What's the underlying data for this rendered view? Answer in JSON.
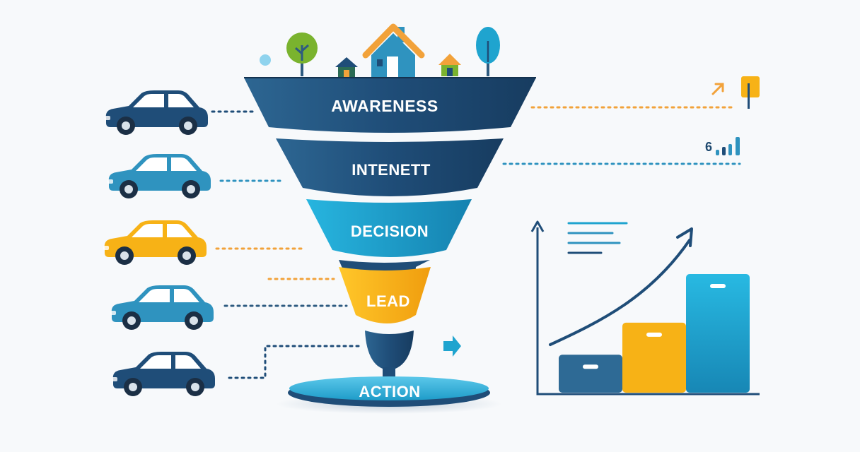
{
  "funnel": {
    "stages": [
      {
        "label": "AWARENESS",
        "color": "#1f4d78"
      },
      {
        "label": "INTENETT",
        "color": "#1f4d78"
      },
      {
        "label": "DECISION",
        "color": "#1a9bc8"
      },
      {
        "label": "LEAD",
        "color": "#f7b216"
      },
      {
        "label": "ACTION",
        "color": "#36b4de"
      }
    ]
  },
  "indicators": {
    "top_right_number": "6"
  },
  "colors": {
    "navy": "#1f4d78",
    "teal": "#1a9bc8",
    "yellow": "#f7b216",
    "orange": "#f2a23a",
    "green": "#7ab32e"
  },
  "cars": [
    {
      "color": "#1f4d78"
    },
    {
      "color": "#2f93bf"
    },
    {
      "color": "#f7b216"
    },
    {
      "color": "#2f93bf"
    },
    {
      "color": "#1f4d78"
    }
  ],
  "bar_chart": {
    "bars": [
      {
        "value": 0.32,
        "color": "#2e6a95"
      },
      {
        "value": 0.59,
        "color": "#f7b216"
      },
      {
        "value": 1.0,
        "color": "#1fa4cf"
      }
    ],
    "trend": "up"
  }
}
